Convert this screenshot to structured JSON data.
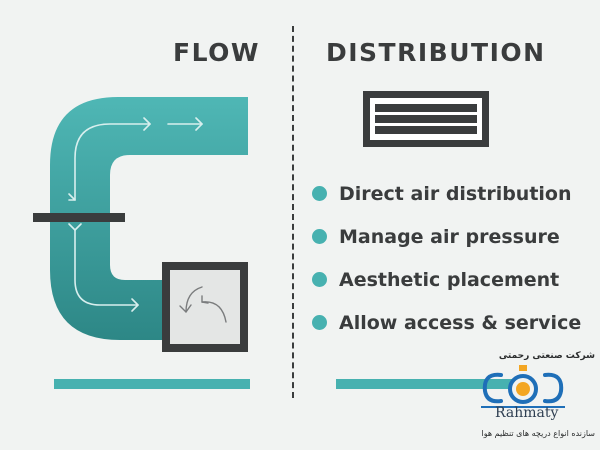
{
  "headings": {
    "left": "FLOW",
    "right": "DISTRIBUTION"
  },
  "benefits": [
    "Direct air distribution",
    "Manage air pressure",
    "Aesthetic placement",
    "Allow access & service"
  ],
  "logo": {
    "company_fa": "شرکت صنعتی رحمتی",
    "name": "Rahmaty",
    "tagline_fa": "سازنده انواع دریچه های تنظیم هوا"
  },
  "colors": {
    "teal_light": "#47b1b0",
    "teal_dark": "#2e8585",
    "charcoal": "#3a3c3d",
    "background": "#f1f3f2"
  },
  "icons": [
    "duct-flow-arrows",
    "damper-box-swirl-icon",
    "grille-icon",
    "bullet-dot",
    "rahmaty-logo"
  ]
}
